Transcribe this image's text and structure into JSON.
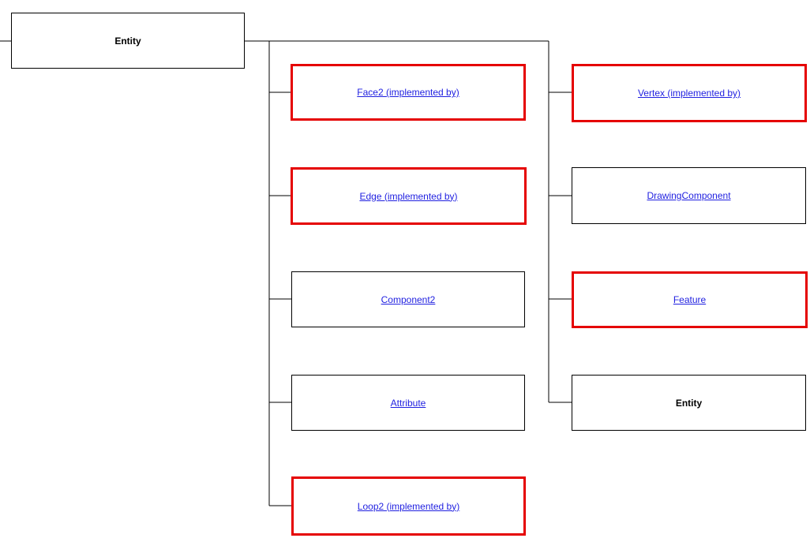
{
  "diagram": {
    "root": {
      "label": "Entity"
    },
    "left_column": [
      {
        "label": "Face2 (implemented by)",
        "highlighted": true,
        "link": true
      },
      {
        "label": "Edge (implemented by)",
        "highlighted": true,
        "link": true
      },
      {
        "label": "Component2",
        "highlighted": false,
        "link": true
      },
      {
        "label": "Attribute",
        "highlighted": false,
        "link": true
      },
      {
        "label": "Loop2 (implemented by)",
        "highlighted": true,
        "link": true
      }
    ],
    "right_column": [
      {
        "label": "Vertex (implemented by)",
        "highlighted": true,
        "link": true
      },
      {
        "label": "DrawingComponent",
        "highlighted": false,
        "link": true
      },
      {
        "label": "Feature",
        "highlighted": true,
        "link": true
      },
      {
        "label": "Entity",
        "highlighted": false,
        "link": false
      }
    ],
    "colors": {
      "highlight_border": "#e50000",
      "link_text": "#1f1fe0",
      "line": "#000000"
    }
  }
}
